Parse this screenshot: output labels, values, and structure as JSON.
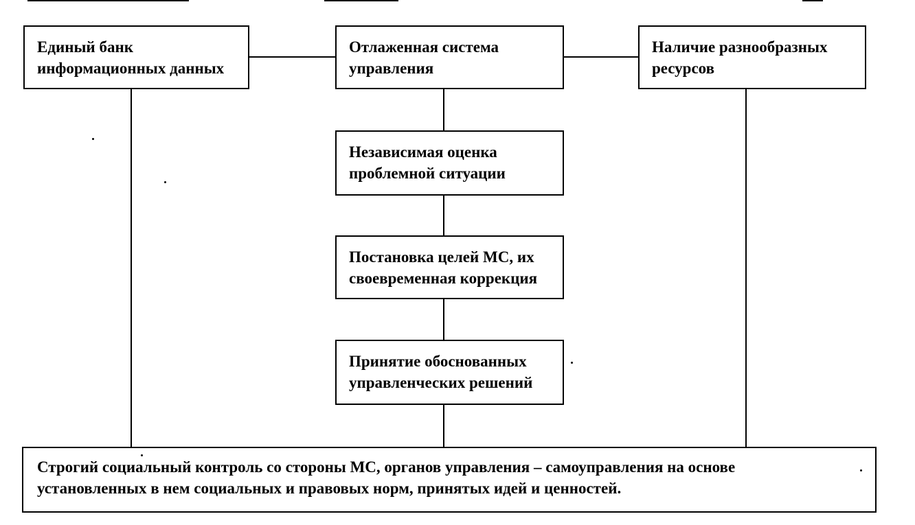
{
  "diagram": {
    "nodes": {
      "data_bank": "Единый банк\nинформационных данных",
      "management_system": "Отлаженная система\nуправления",
      "resources": "Наличие разнообразных\nресурсов",
      "situation_assessment": "Независимая оценка\nпроблемной ситуации",
      "goal_setting": "Постановка целей МС, их\nсвоевременная коррекция",
      "decision_making": "Принятие обоснованных\nуправленческих решений",
      "social_control": "Строгий социальный контроль со стороны МС, органов управления – самоуправления на основе\nустановленных в нем социальных и правовых норм, принятых идей и ценностей."
    },
    "edges": [
      [
        "data_bank",
        "management_system"
      ],
      [
        "management_system",
        "resources"
      ],
      [
        "management_system",
        "situation_assessment"
      ],
      [
        "situation_assessment",
        "goal_setting"
      ],
      [
        "goal_setting",
        "decision_making"
      ],
      [
        "decision_making",
        "social_control"
      ],
      [
        "data_bank",
        "social_control"
      ],
      [
        "resources",
        "social_control"
      ]
    ]
  }
}
